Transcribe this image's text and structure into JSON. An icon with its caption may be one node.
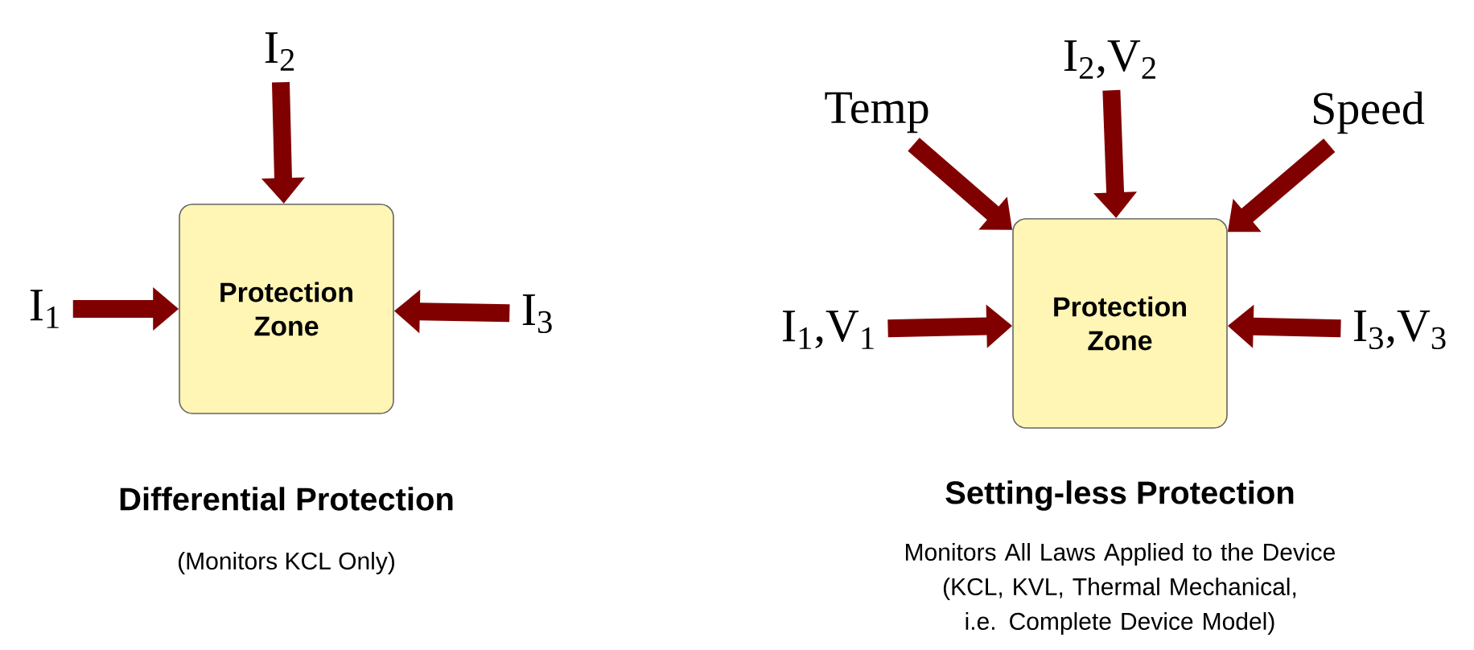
{
  "diagram": {
    "nodes": [
      {
        "text": [
          "Protection Zone"
        ]
      },
      {
        "text": [
          "I$_{1}$"
        ]
      },
      {
        "text": [
          "I$_{2}$"
        ]
      },
      {
        "text": [
          "I$_{3}$"
        ]
      },
      {
        "text": [
          "Protection Zone"
        ]
      },
      {
        "text": [
          "I$_{1}$,V$_{1}$"
        ]
      },
      {
        "text": [
          "Temp"
        ]
      },
      {
        "text": [
          "I$_{2}$,V$_{2}$"
        ]
      },
      {
        "text": [
          "Speed"
        ]
      },
      {
        "text": [
          "I$_{3}$,V$_{3}$"
        ]
      }
    ],
    "edges": [
      {
        "from": 1,
        "to": 0,
        "arrow": "to"
      },
      {
        "from": 2,
        "to": 0,
        "arrow": "to"
      },
      {
        "from": 3,
        "to": 0,
        "arrow": "to"
      },
      {
        "from": 5,
        "to": 4,
        "arrow": "to"
      },
      {
        "from": 6,
        "to": 4,
        "arrow": "to"
      },
      {
        "from": 7,
        "to": 4,
        "arrow": "to"
      },
      {
        "from": 8,
        "to": 4,
        "arrow": "to"
      },
      {
        "from": 9,
        "to": 4,
        "arrow": "to"
      }
    ],
    "labels": [
      "Differential Protection",
      "(Monitors KCL Only)",
      "Setting-less Protection",
      "Monitors All Laws Applied to the Device (KCL, KVL, Thermal Mechanical, i.e. Complete Device Model)"
    ]
  }
}
